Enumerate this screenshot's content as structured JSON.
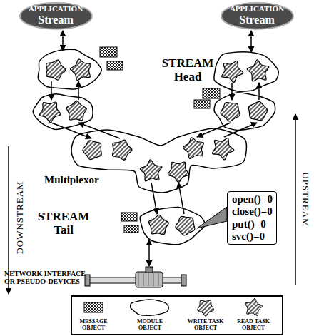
{
  "diagram": {
    "nodes": [
      {
        "text": [
          "APPLICATION",
          "Stream"
        ]
      },
      {
        "text": [
          "APPLICATION",
          "Stream"
        ]
      },
      {
        "text": [
          "open()=0",
          "close()=0",
          "put()=0",
          "svc()=0"
        ]
      }
    ],
    "labels": [
      "STREAM Head",
      "Multiplexor",
      "STREAM Tail",
      "DOWNSTREAM",
      "UPSTREAM",
      "NETWORK INTERFACE OR PSEUDO-DEVICES"
    ],
    "legend": [
      {
        "text": "MESSAGE OBJECT"
      },
      {
        "text": "MODULE OBJECT"
      },
      {
        "text": "WRITE TASK OBJECT"
      },
      {
        "text": "READ TASK OBJECT"
      }
    ]
  }
}
